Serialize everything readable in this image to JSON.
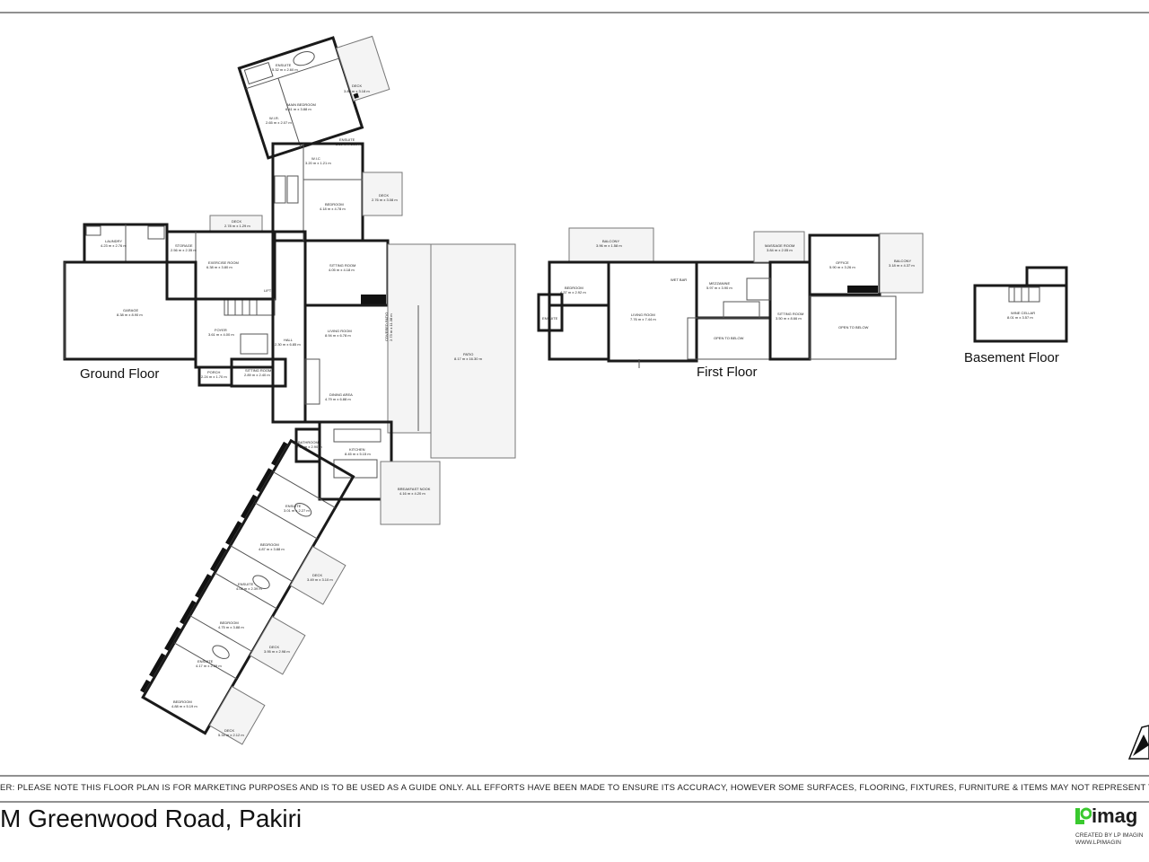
{
  "floors": {
    "ground": "Ground Floor",
    "first": "First Floor",
    "basement": "Basement Floor"
  },
  "ground_rooms": {
    "ensuite_top": "ENSUITE",
    "ensuite_top_dim": "5.32 m x 2.60 m",
    "main_bedroom": "MAIN BEDROOM",
    "main_bedroom_dim": "6.41 m x 3.88 m",
    "deck_top": "DECK",
    "deck_top_dim": "3.80 m x 3.18 m",
    "wir": "W.I.R.",
    "wir_dim": "2.65 m x 2.07 m",
    "ensuite_2": "ENSUITE",
    "ensuite_2_dim": "2.50 m x 1.90 m",
    "wic": "W.I.C",
    "wic_dim": "3.20 m x 1.21 m",
    "bedroom_1": "BEDROOM",
    "bedroom_1_dim": "4.18 m x 4.78 m",
    "deck_2": "DECK",
    "deck_2_dim": "2.76 m x 3.08 m",
    "deck_3": "DECK",
    "deck_3_dim": "2.78 m x 1.29 m",
    "laundry": "LAUNDRY",
    "laundry_dim": "4.23 m x 2.76 m",
    "storage": "STORAGE",
    "storage_dim": "2.56 m x 2.35 m",
    "exercise_room": "EXERCISE ROOM",
    "exercise_room_dim": "6.38 m x 3.80 m",
    "garage": "GARAGE",
    "garage_dim": "8.38 m x 8.90 m",
    "foyer": "FOYER",
    "foyer_dim": "3.61 m x 4.00 m",
    "porch": "PORCH",
    "porch_dim": "2.24 m x 1.70 m",
    "hall": "HALL",
    "hall_dim": "2.30 m x 6.85 m",
    "sitting_room_1": "SITTING ROOM",
    "sitting_room_1_dim": "4.05 m x 4.18 m",
    "sitting_room_2": "SITTING ROOM",
    "sitting_room_2_dim": "2.89 m x 2.40 m",
    "lift": "LIFT",
    "living_room": "LIVING ROOM",
    "living_room_dim": "8.94 m x 6.78 m",
    "dining_area": "DINING AREA",
    "dining_area_dim": "4.79 m x 6.88 m",
    "covered_patio": "COVERED PATIO",
    "covered_patio_dim": "2.73 m x 11.38 m",
    "patio": "PATIO",
    "patio_dim": "8.17 m x 16.30 m",
    "kitchen": "KITCHEN",
    "kitchen_dim": "8.45 m x 5.15 m",
    "bathroom": "BATHROOM",
    "bathroom_dim": "2.90 m x 2.90 m",
    "breakfast_nook": "BREAKFAST NOOK",
    "breakfast_nook_dim": "4.16 m x 4.20 m",
    "ensuite_3": "ENSUITE",
    "ensuite_3_dim": "3.01 m x 2.27 m",
    "bedroom_2": "BEDROOM",
    "bedroom_2_dim": "4.87 m x 3.88 m",
    "deck_4": "DECK",
    "deck_4_dim": "3.49 m x 3.10 m",
    "ensuite_4": "ENSUITE",
    "ensuite_4_dim": "4.02 m x 2.39 m",
    "bedroom_3": "BEDROOM",
    "bedroom_3_dim": "4.75 m x 3.88 m",
    "deck_5": "DECK",
    "deck_5_dim": "3.95 m x 2.98 m",
    "ensuite_5": "ENSUITE",
    "ensuite_5_dim": "4.17 m x 2.39 m",
    "bedroom_4": "BEDROOM",
    "bedroom_4_dim": "4.88 m x 5.19 m",
    "deck_6": "DECK",
    "deck_6_dim": "5.34 m x 2.12 m"
  },
  "first_rooms": {
    "balcony_1": "BALCONY",
    "balcony_1_dim": "3.96 m x 1.58 m",
    "bedroom": "BEDROOM",
    "bedroom_dim": "4.37 m x 2.92 m",
    "ensuite": "ENSUITE",
    "living_room": "LIVING ROOM",
    "living_room_dim": "7.76 m x 7.44 m",
    "wet_bar": "WET BAR",
    "mezzanine": "MEZZANINE",
    "mezzanine_dim": "5.97 m x 3.90 m",
    "open_to_below_1": "OPEN TO BELOW",
    "massage_room": "MASSAGE ROOM",
    "massage_room_dim": "3.84 m x 2.05 m",
    "office": "OFFICE",
    "office_dim": "5.90 m x 3.26 m",
    "balcony_2": "BALCONY",
    "balcony_2_dim": "3.18 m x 4.37 m",
    "sitting_room": "SITTING ROOM",
    "sitting_room_dim": "3.50 m x 8.66 m",
    "open_to_below_2": "OPEN TO BELOW"
  },
  "basement_rooms": {
    "wine_cellar": "WINE CELLAR",
    "wine_cellar_dim": "8.01 m x 3.57 m"
  },
  "footer": {
    "disclaimer": "ER: PLEASE NOTE THIS FLOOR PLAN IS FOR MARKETING PURPOSES AND IS TO BE USED AS A GUIDE ONLY. ALL EFFORTS HAVE BEEN MADE TO ENSURE ITS ACCURACY, HOWEVER SOME SURFACES, FLOORING, FIXTURES, FURNITURE & ITEMS MAY NOT REPRESENT THE ACTUAL P",
    "address": "M Greenwood Road, Pakiri",
    "brand": "imag",
    "created": "CREATED BY LP IMAGIN",
    "url": "WWW.LPIMAGIN"
  },
  "icons": {
    "compass": "north-arrow-icon",
    "logo": "lp-logo-icon"
  }
}
